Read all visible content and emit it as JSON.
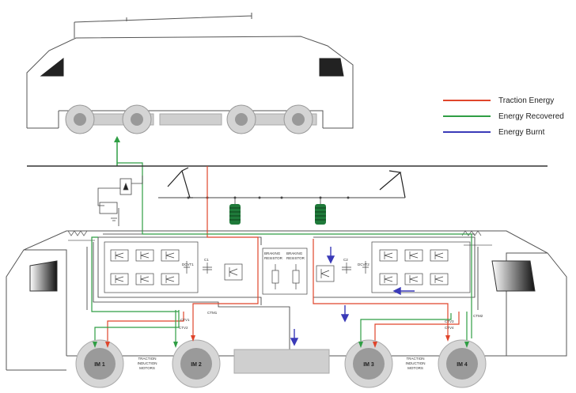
{
  "legend": {
    "items": [
      {
        "label": "Traction Energy",
        "color": "#e0452b"
      },
      {
        "label": "Energy Recovered",
        "color": "#2f9e44"
      },
      {
        "label": "Energy Burnt",
        "color": "#3a3ab8"
      }
    ]
  },
  "labels": {
    "braking_resistor_left": [
      "BRAKING",
      "RESISTOR"
    ],
    "braking_resistor_right": [
      "BRAKING",
      "RESISTOR"
    ],
    "dcvt1": "DCVT1",
    "dcvt2": "DCVT2",
    "c1": "C1",
    "c2": "C2",
    "ctm1": "CTM1",
    "ctm2": "CTM2",
    "ctv1": "CTV1",
    "ctv2": "CTV2",
    "ctv3": "CTV3",
    "ctv4": "CTV4",
    "traction_motors_left": [
      "TRACTION",
      "INDUCTION",
      "MOTORS"
    ],
    "traction_motors_right": [
      "TRACTION",
      "INDUCTION",
      "MOTORS"
    ]
  },
  "motors": [
    {
      "label": "IM 1"
    },
    {
      "label": "IM 2"
    },
    {
      "label": "IM 3"
    },
    {
      "label": "IM 4"
    }
  ],
  "colors": {
    "traction": "#e0452b",
    "recovered": "#2f9e44",
    "burnt": "#3a3ab8",
    "outline": "#555555",
    "inductor": "#1f7a3a"
  }
}
